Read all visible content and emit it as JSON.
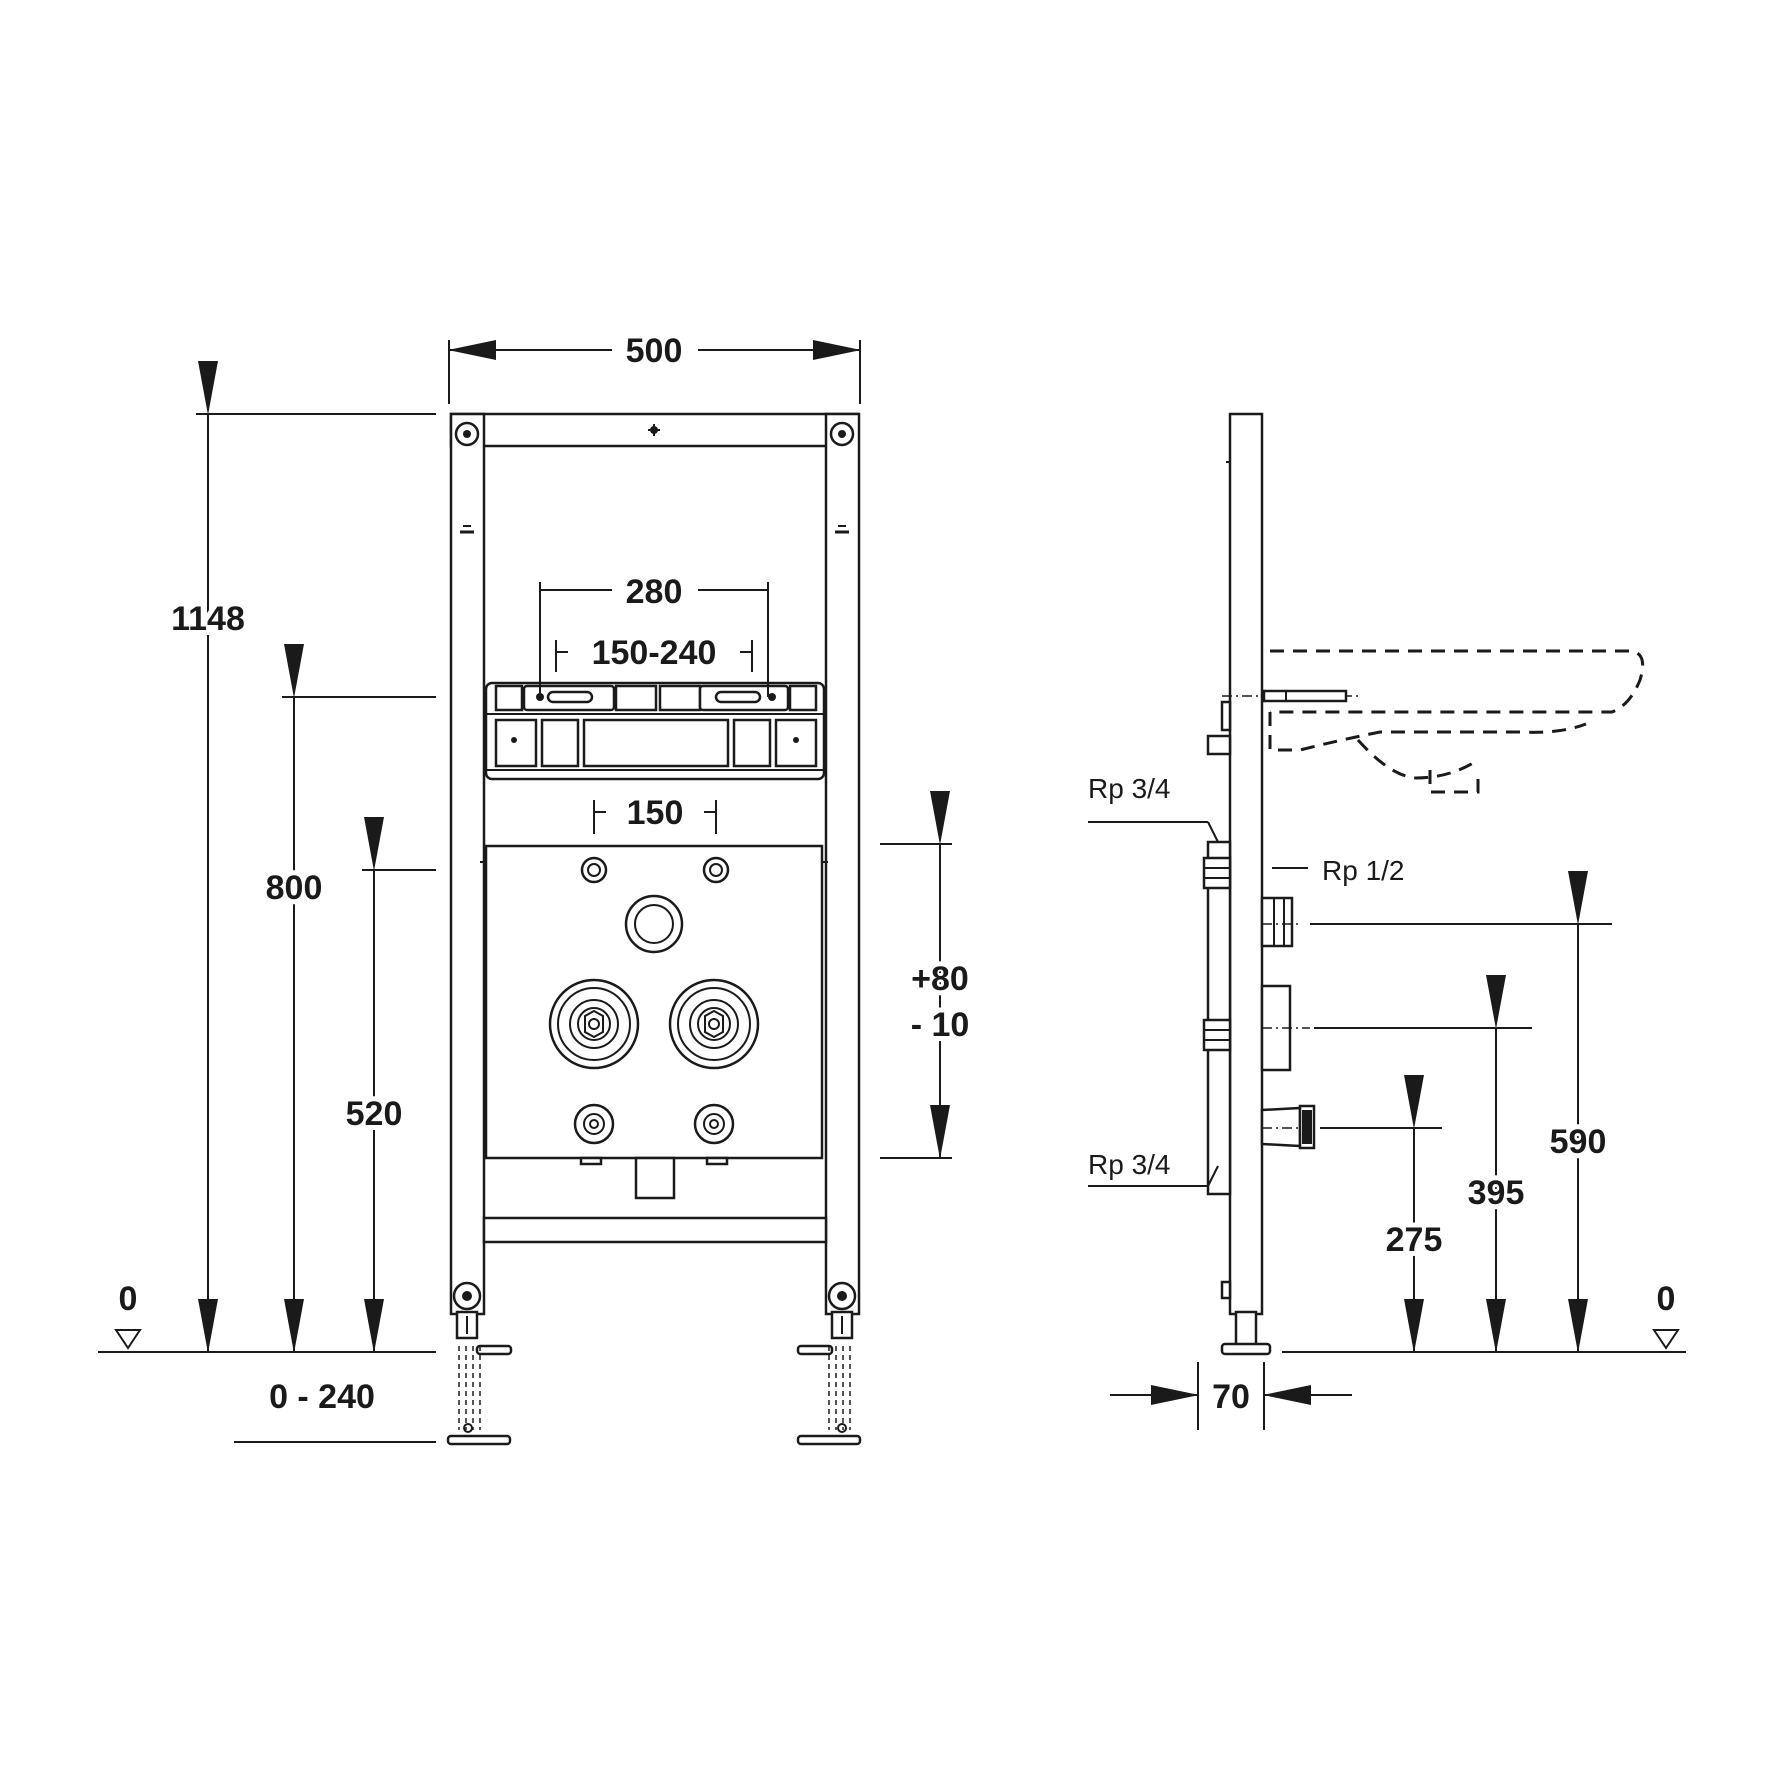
{
  "front_view": {
    "width": "500",
    "height_total": "1148",
    "height_bracket": "800",
    "height_plate": "520",
    "bracket_spacing": "280",
    "bracket_range": "150-240",
    "hole_spacing": "150",
    "plate_adjust_plus": "+80",
    "plate_adjust_minus": "- 10",
    "floor_level": "0",
    "foot_range": "0 - 240"
  },
  "side_view": {
    "supply_left_upper": "Rp 3/4",
    "supply_right": "Rp 1/2",
    "supply_left_lower": "Rp 3/4",
    "height_upper": "590",
    "height_middle": "395",
    "height_lower": "275",
    "depth": "70",
    "floor_level": "0"
  }
}
